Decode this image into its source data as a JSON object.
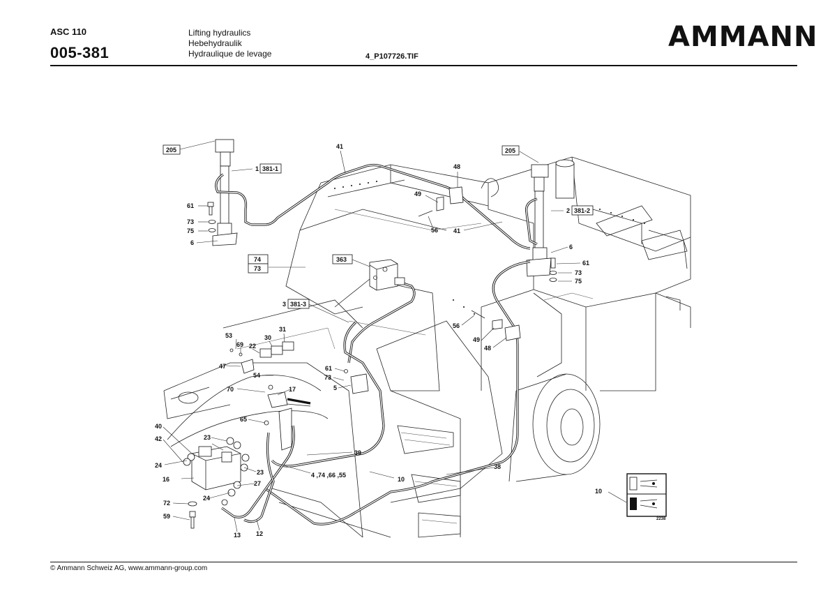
{
  "header": {
    "model": "ASC 110",
    "page_number": "005-381",
    "title_en": "Lifting hydraulics",
    "title_de": "Hebehydraulik",
    "title_fr": "Hydraulique de levage",
    "file_name": "4_P107726.TIF",
    "brand": "AMMANN"
  },
  "footer": {
    "copyright": "© Ammann Schweiz AG, www.ammann-group.com"
  },
  "drawing": {
    "callouts": {
      "c205a": "205",
      "c205b": "205",
      "c1": "1",
      "c381_1": "381-1",
      "c2": "2",
      "c381_2": "381-2",
      "c3": "3",
      "c381_3": "381-3",
      "c41a": "41",
      "c41b": "41",
      "c48a": "48",
      "c48b": "48",
      "c49a": "49",
      "c49b": "49",
      "c56a": "56",
      "c56b": "56",
      "c61a": "61",
      "c61b": "61",
      "c61c": "61",
      "c73a": "73",
      "c73b": "73",
      "c73c": "73",
      "c75a": "75",
      "c75b": "75",
      "c6a": "6",
      "c6b": "6",
      "c74": "74",
      "c73box": "73",
      "c363": "363",
      "c53": "53",
      "c69": "69",
      "c22": "22",
      "c30": "30",
      "c31": "31",
      "c47": "47",
      "c54": "54",
      "c70": "70",
      "c17": "17",
      "c5": "5",
      "c65": "65",
      "c40": "40",
      "c42": "42",
      "c23a": "23",
      "c23b": "23",
      "c24a": "24",
      "c24b": "24",
      "c16": "16",
      "c27": "27",
      "c72": "72",
      "c59": "59",
      "c13": "13",
      "c12": "12",
      "c39": "39",
      "c4group": "4 ,74 ,66 ,55",
      "c10a": "10",
      "c10b": "10",
      "c38": "38"
    },
    "label_panel_code": "2238"
  }
}
